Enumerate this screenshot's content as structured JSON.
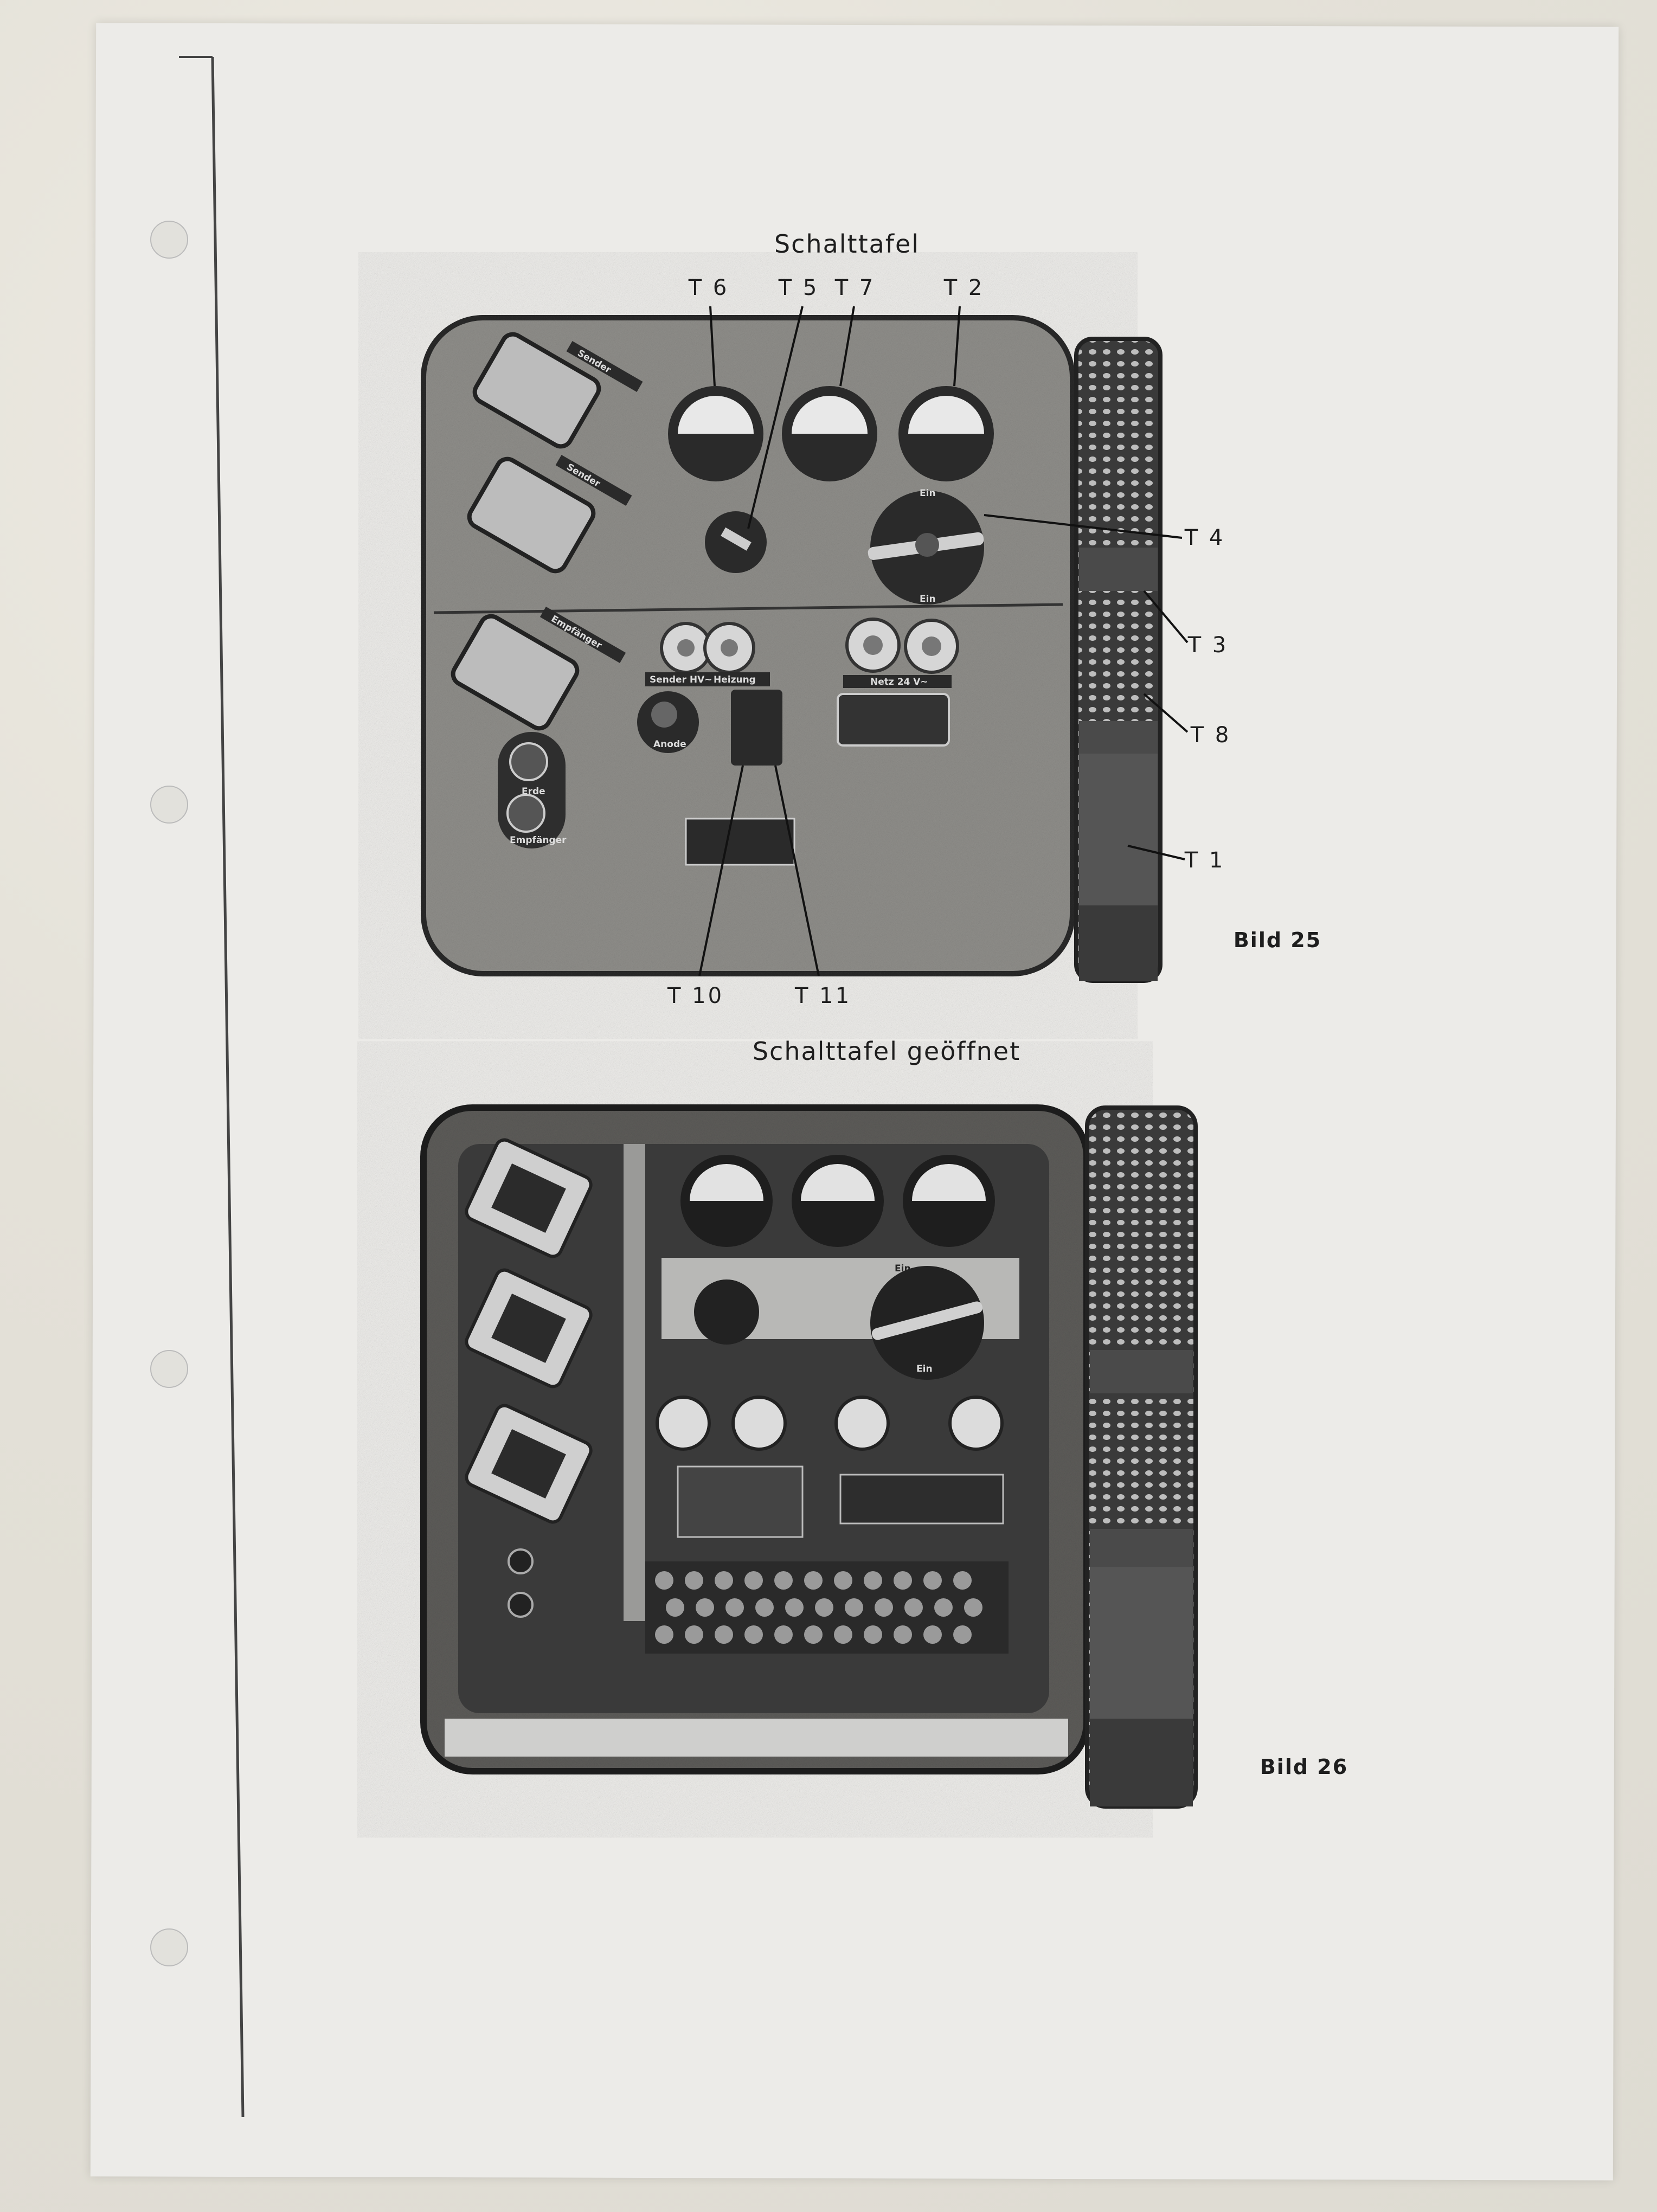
{
  "figure1": {
    "title": "Schalttafel",
    "caption": "Bild 25",
    "callouts": {
      "t6": "T 6",
      "t5": "T 5",
      "t7": "T 7",
      "t2": "T 2",
      "t4": "T 4",
      "t3": "T 3",
      "t8": "T 8",
      "t1": "T 1",
      "t10": "T 10",
      "t11": "T 11"
    },
    "plates": {
      "sender1": "Sender",
      "sender2": "Sender",
      "empfaenger": "Empfänger",
      "sender_hv": "Sender HV~",
      "heizung": "Heizung",
      "netz": "Netz 24 V~",
      "anode": "Anode",
      "ein_top": "Ein",
      "ein_bottom": "Ein",
      "erde": "Erde",
      "empfaenger_socket": "Empfänger"
    }
  },
  "figure2": {
    "title": "Schalttafel geöffnet",
    "caption": "Bild 26",
    "plates": {
      "ein_top": "Ein",
      "ein_bottom": "Ein"
    }
  },
  "colors": {
    "paper": "#ecebe8",
    "ink": "#1e1e1e",
    "panel": "#8a8985",
    "dark": "#2a2a2a"
  }
}
